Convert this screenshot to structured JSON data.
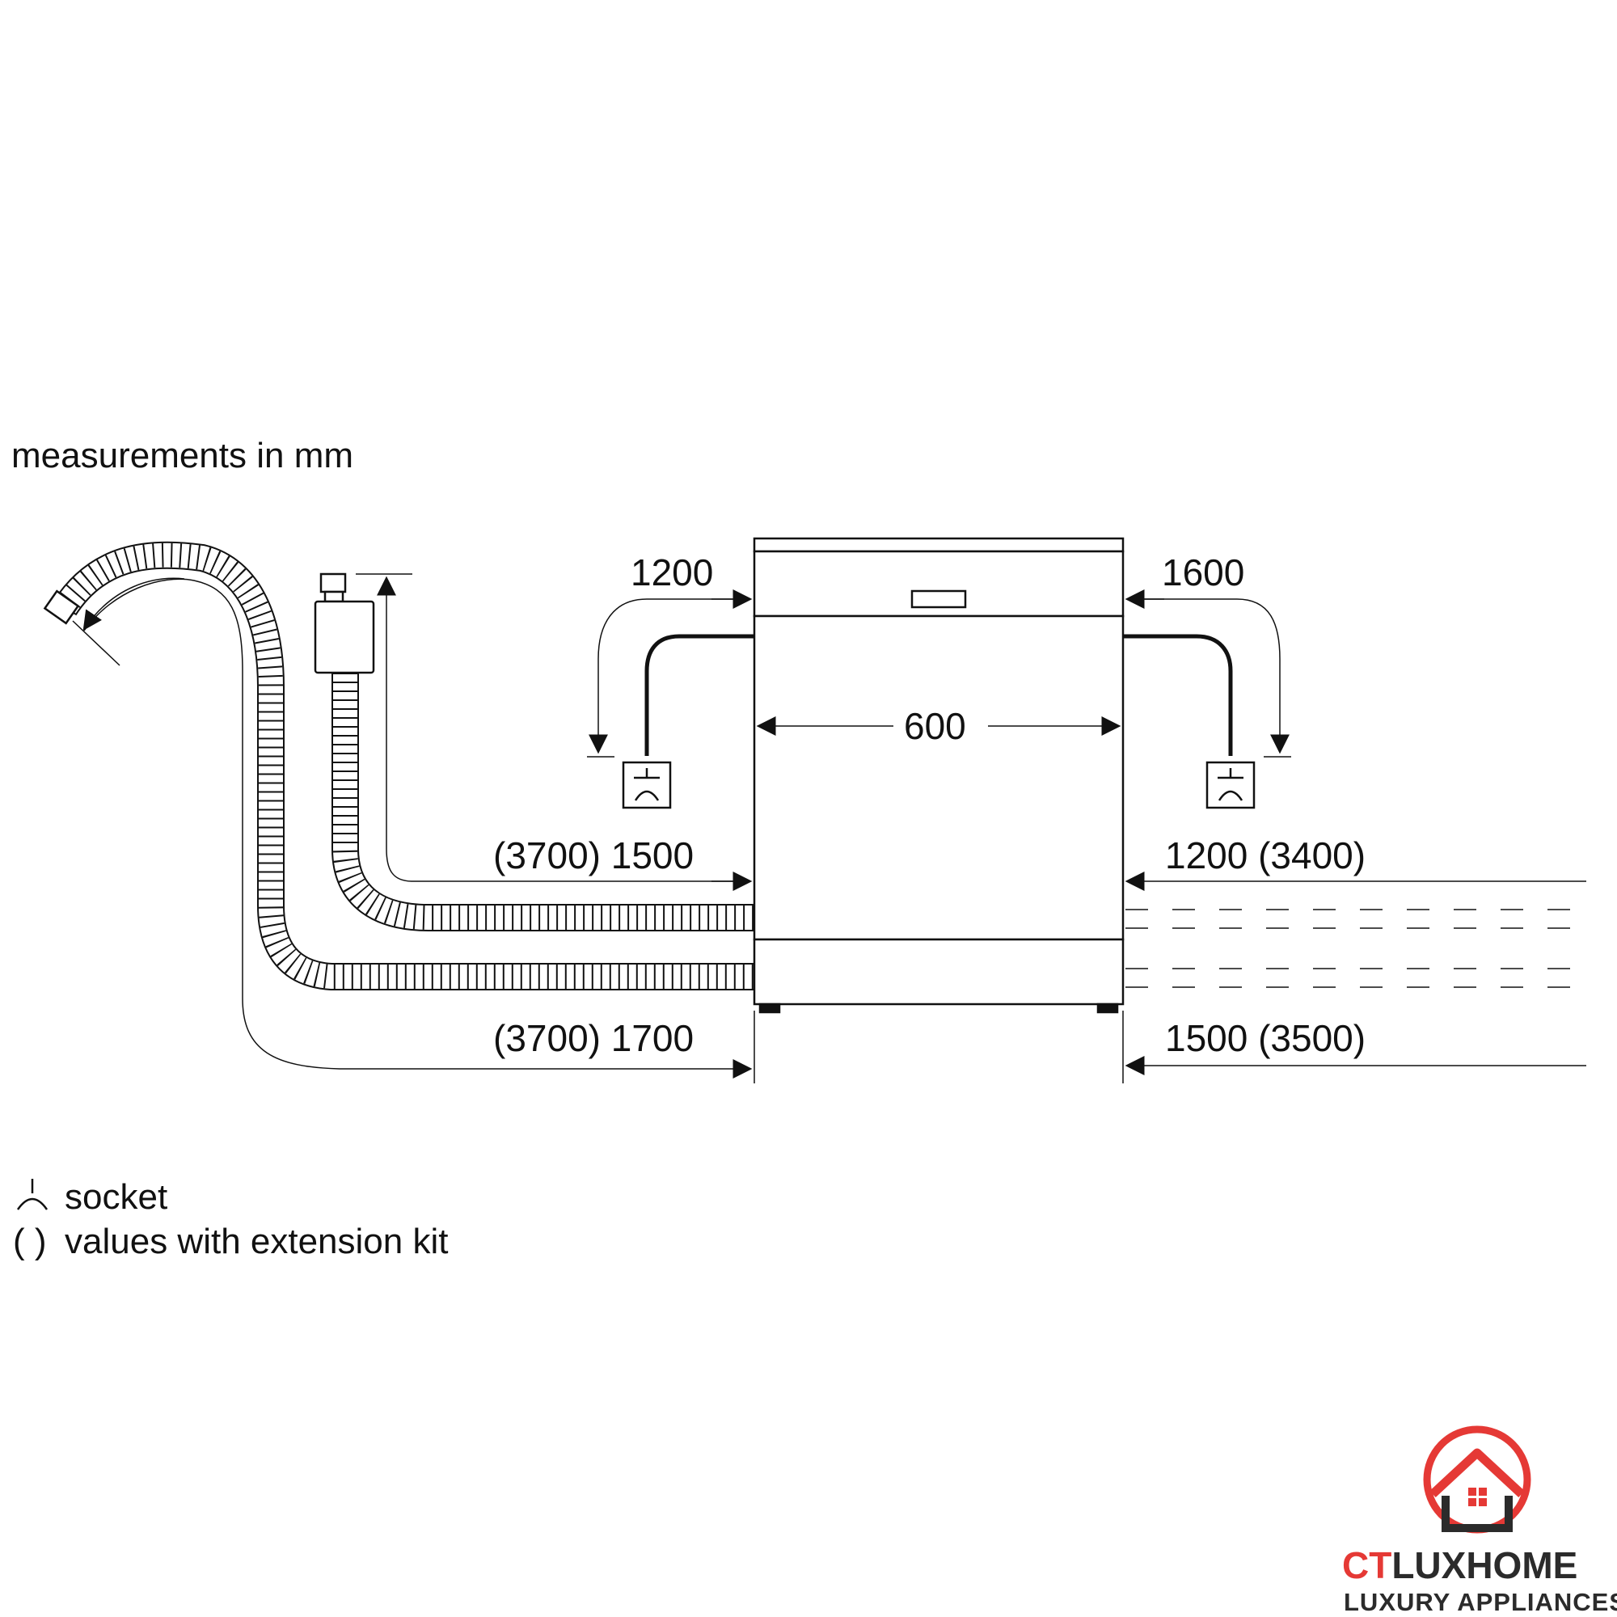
{
  "header": {
    "units_note": "measurements in mm"
  },
  "dimensions": {
    "socket_left": "1200",
    "socket_right": "1600",
    "width": "600",
    "inlet_left": "(3700) 1500",
    "inlet_right": "1200 (3400)",
    "drain_left": "(3700) 1700",
    "drain_right": "1500 (3500)"
  },
  "legend": {
    "socket_label": "socket",
    "brackets_symbol": "( )",
    "brackets_label": "values with extension kit"
  },
  "brand": {
    "name_part1": "CT",
    "name_part2": "LUXHOME",
    "tagline": "LUXURY APPLIANCES",
    "accent_color": "#e53935",
    "dark_color": "#2b2b2b"
  }
}
